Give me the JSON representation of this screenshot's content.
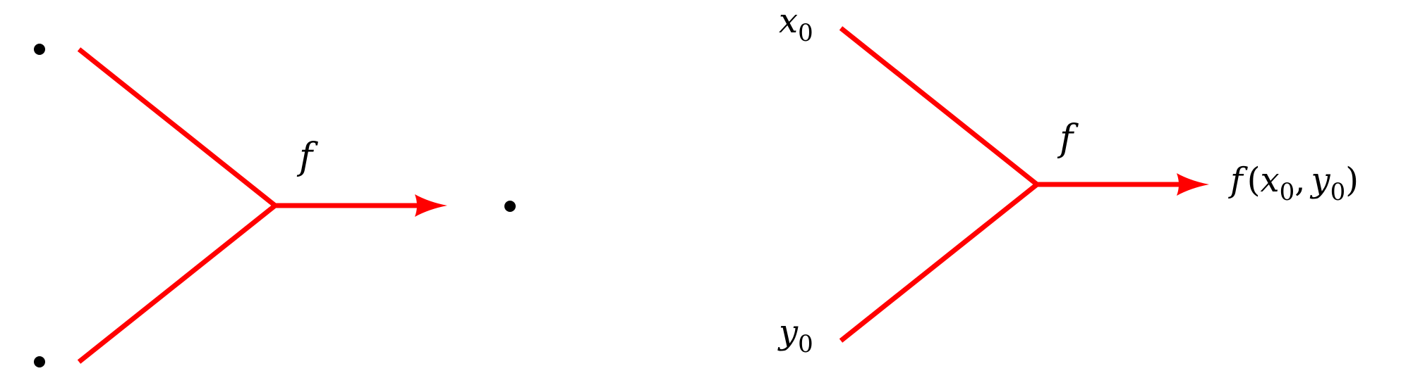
{
  "colors": {
    "edge": "#ff0000",
    "dot": "#000000",
    "text": "#000000"
  },
  "left_diagram": {
    "function_label": "f"
  },
  "right_diagram": {
    "input_x": {
      "var": "x",
      "sub": "0"
    },
    "input_y": {
      "var": "y",
      "sub": "0"
    },
    "function_label": "f",
    "output": {
      "fn": "f",
      "open_paren": "(",
      "arg1_var": "x",
      "arg1_sub": "0",
      "comma": ",",
      "arg2_var": "y",
      "arg2_sub": "0",
      "close_paren": ")"
    }
  }
}
